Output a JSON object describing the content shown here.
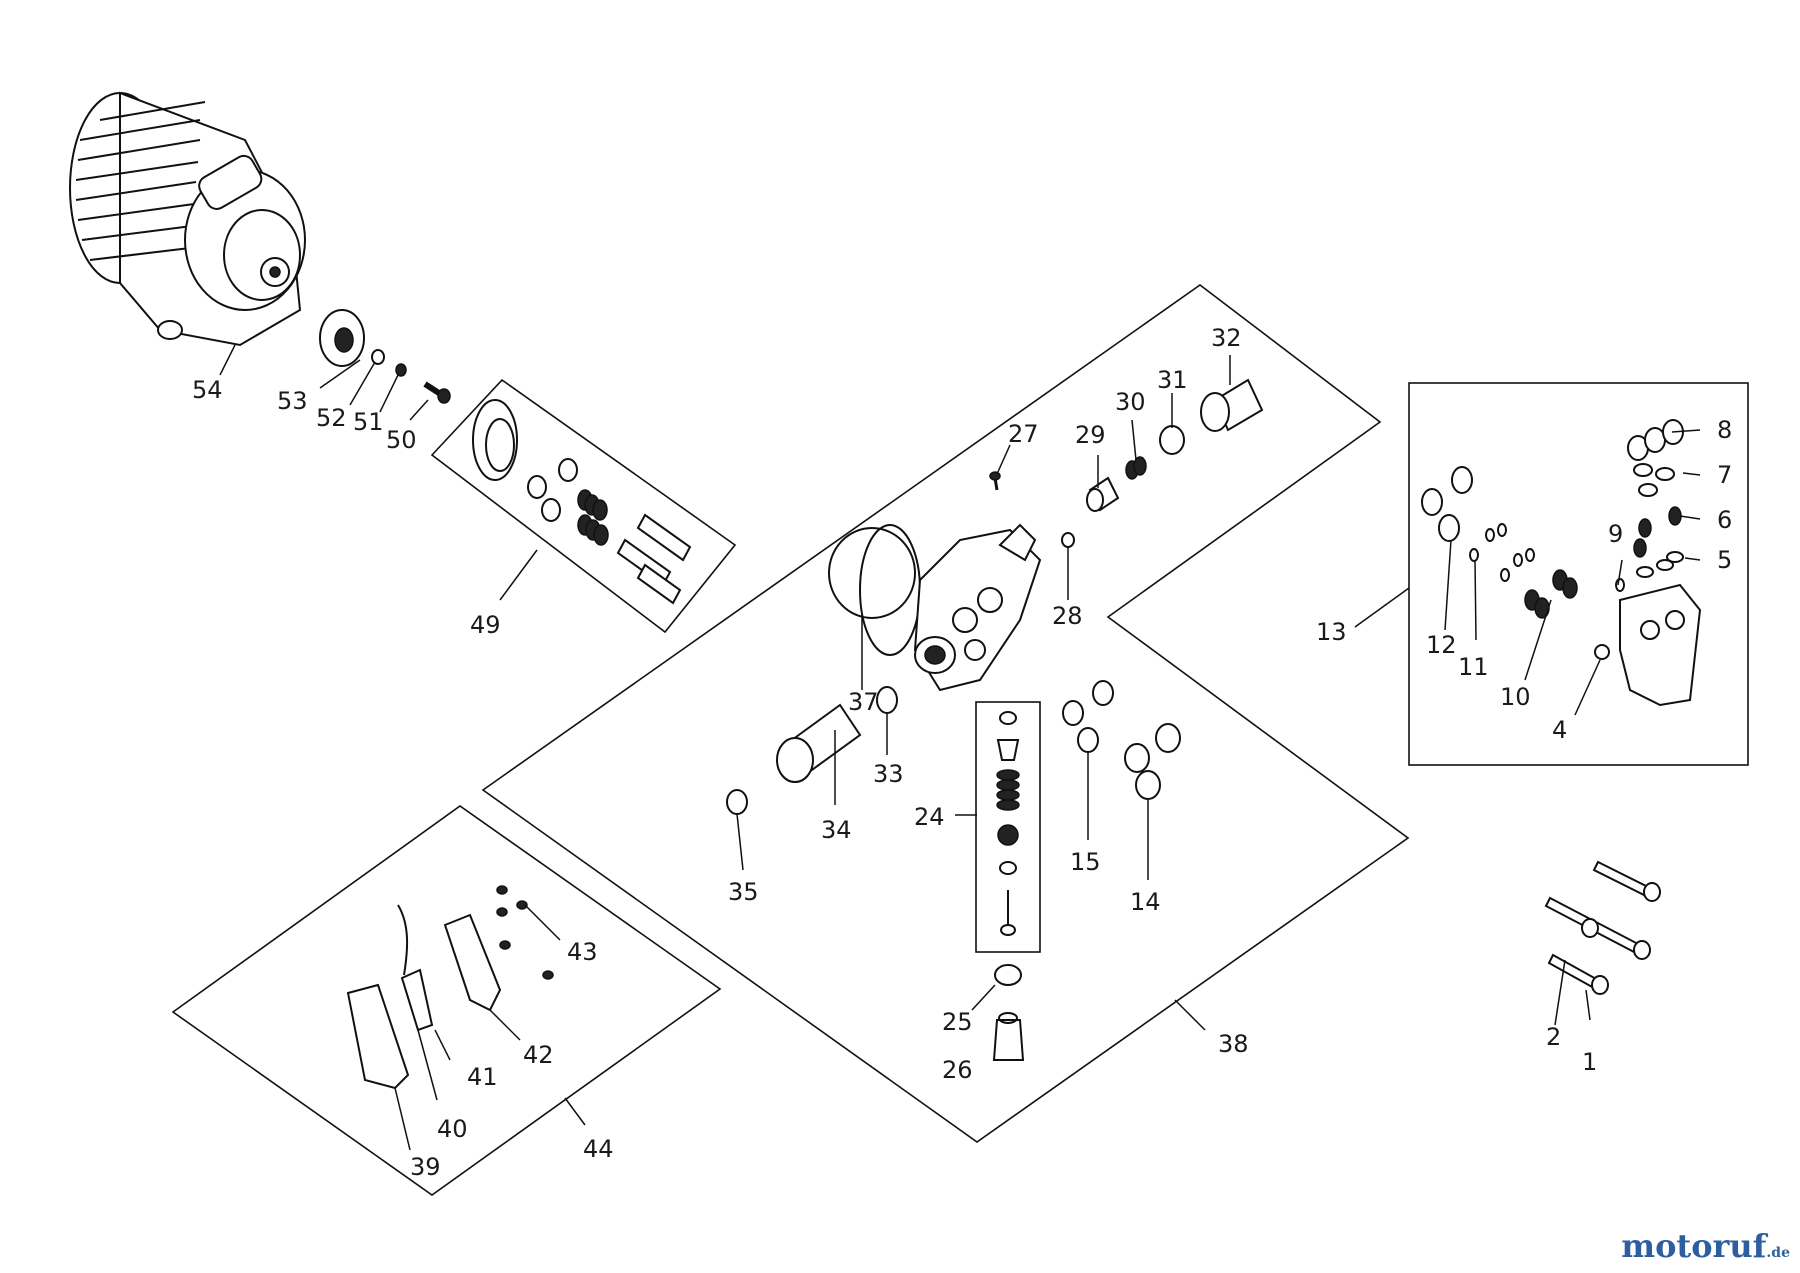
{
  "callouts": {
    "n1": "1",
    "n2": "2",
    "n4": "4",
    "n5": "5",
    "n6": "6",
    "n7": "7",
    "n8": "8",
    "n9": "9",
    "n10": "10",
    "n11": "11",
    "n12": "12",
    "n13": "13",
    "n14": "14",
    "n15": "15",
    "n24": "24",
    "n25": "25",
    "n26": "26",
    "n27": "27",
    "n28": "28",
    "n29": "29",
    "n30": "30",
    "n31": "31",
    "n32": "32",
    "n33": "33",
    "n34": "34",
    "n35": "35",
    "n37": "37",
    "n38": "38",
    "n39": "39",
    "n40": "40",
    "n41": "41",
    "n42": "42",
    "n43": "43",
    "n44": "44",
    "n49": "49",
    "n50": "50",
    "n51": "51",
    "n52": "52",
    "n53": "53",
    "n54": "54"
  },
  "watermark": {
    "brand": "motoruf",
    "suffix": ".de",
    "colors": {
      "primary": "#2d5fa0",
      "accent": "#e08a1e"
    }
  }
}
